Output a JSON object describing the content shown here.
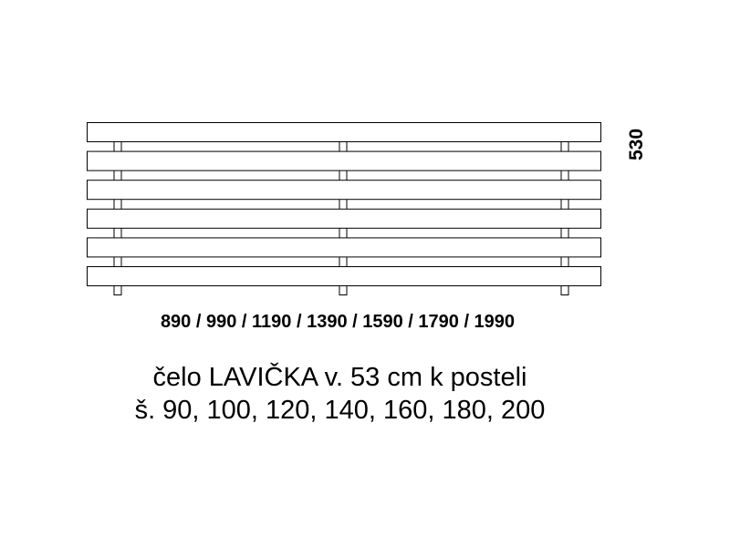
{
  "headboard": {
    "plank_count": 6,
    "post_count": 3
  },
  "dimensions": {
    "height_mm": "530",
    "widths_mm": "890 / 990 / 1190 / 1390 / 1590 / 1790 / 1990"
  },
  "caption": {
    "title": "čelo LAVIČKA v. 53 cm k posteli",
    "widths": "š. 90, 100, 120, 140, 160, 180, 200"
  }
}
